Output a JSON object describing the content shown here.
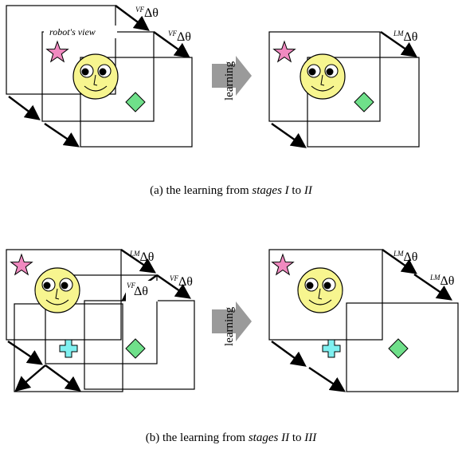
{
  "labels": {
    "robots_view": "robot's view",
    "learning": "learning",
    "vf": "VF",
    "lm": "LM",
    "delta_theta": "Δθ"
  },
  "captions": {
    "a": {
      "prefix": "(a) the learning from ",
      "stage_from": "stages I",
      "mid": " to ",
      "stage_to": "II"
    },
    "b": {
      "prefix": "(b) the learning from ",
      "stage_from": "stages II",
      "mid": " to ",
      "stage_to": "III"
    }
  },
  "colors": {
    "face": "#f7f58f",
    "star": "#f08ac0",
    "diamond": "#6fe08a",
    "cross": "#7ff0f0",
    "arrow_block": "#9a9a9a"
  }
}
